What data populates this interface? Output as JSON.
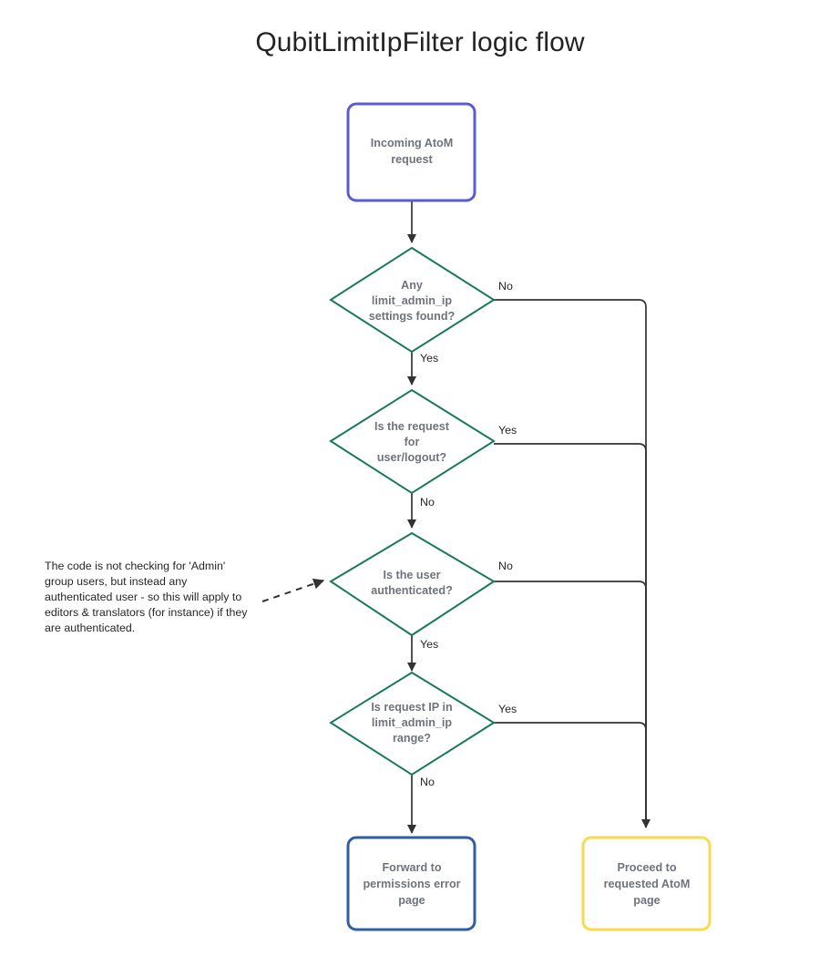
{
  "title": "QubitLimitIpFilter logic flow",
  "colors": {
    "start_border": "#5b5bd6",
    "decision_border": "#18795e",
    "error_border": "#2f5f9e",
    "proceed_border": "#f9d94f",
    "edge": "#333333",
    "node_text": "#6f737b",
    "edge_label_text": "#262626",
    "title_text": "#232323",
    "background": "#ffffff"
  },
  "nodes": {
    "start": {
      "id": "incoming-request",
      "shape": "rounded-rect",
      "lines": [
        "Incoming AtoM",
        "request"
      ]
    },
    "decision1": {
      "id": "limit-admin-ip-settings-found",
      "shape": "diamond",
      "lines": [
        "Any",
        "limit_admin_ip",
        "settings found?"
      ]
    },
    "decision2": {
      "id": "request-for-user-logout",
      "shape": "diamond",
      "lines": [
        "Is the request",
        "for",
        "user/logout?"
      ]
    },
    "decision3": {
      "id": "user-authenticated",
      "shape": "diamond",
      "lines": [
        "Is the user",
        "authenticated?"
      ]
    },
    "decision4": {
      "id": "request-ip-in-range",
      "shape": "diamond",
      "lines": [
        "Is request IP in",
        "limit_admin_ip",
        "range?"
      ]
    },
    "error": {
      "id": "forward-permissions-error",
      "shape": "rounded-rect",
      "lines": [
        "Forward to",
        "permissions error",
        "page"
      ]
    },
    "proceed": {
      "id": "proceed-requested-page",
      "shape": "rounded-rect",
      "lines": [
        "Proceed to",
        "requested AtoM",
        "page"
      ]
    }
  },
  "edge_labels": {
    "d1_no": "No",
    "d1_yes": "Yes",
    "d2_yes": "Yes",
    "d2_no": "No",
    "d3_no": "No",
    "d3_yes": "Yes",
    "d4_yes": "Yes",
    "d4_no": "No"
  },
  "note": {
    "id": "admin-group-note",
    "lines": [
      "The code is not checking for 'Admin'",
      "group users, but instead any",
      "authenticated user - so this will apply to",
      "editors & translators (for instance) if they",
      "are authenticated."
    ]
  }
}
